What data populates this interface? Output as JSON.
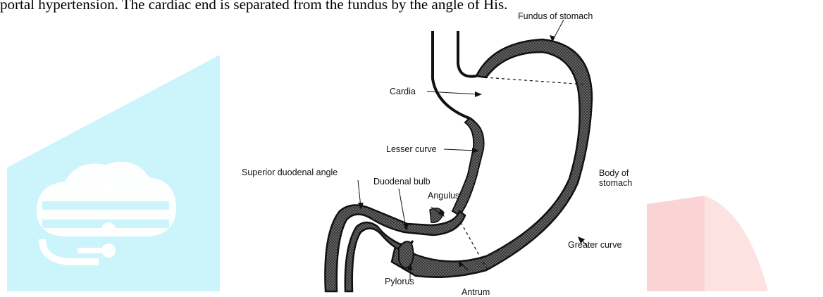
{
  "top_text": "portal hypertension. The cardiac end is separated from the fundus by the angle of His.",
  "diagram": {
    "labels": {
      "fundus": "Fundus of stomach",
      "cardia": "Cardia",
      "lesser_curve": "Lesser curve",
      "superior_duodenal_angle": "Superior duodenal angle",
      "duodenal_bulb": "Duodenal bulb",
      "angulus": "Angulus",
      "body_line1": "Body of",
      "body_line2": "stomach",
      "greater_curve": "Greater curve",
      "pylorus": "Pylorus",
      "antrum": "Antrum"
    }
  },
  "watermark": {
    "left_color": "#ccf4fb",
    "right_color": "#fde2e2",
    "icon": "cloud-circuit-icon"
  }
}
